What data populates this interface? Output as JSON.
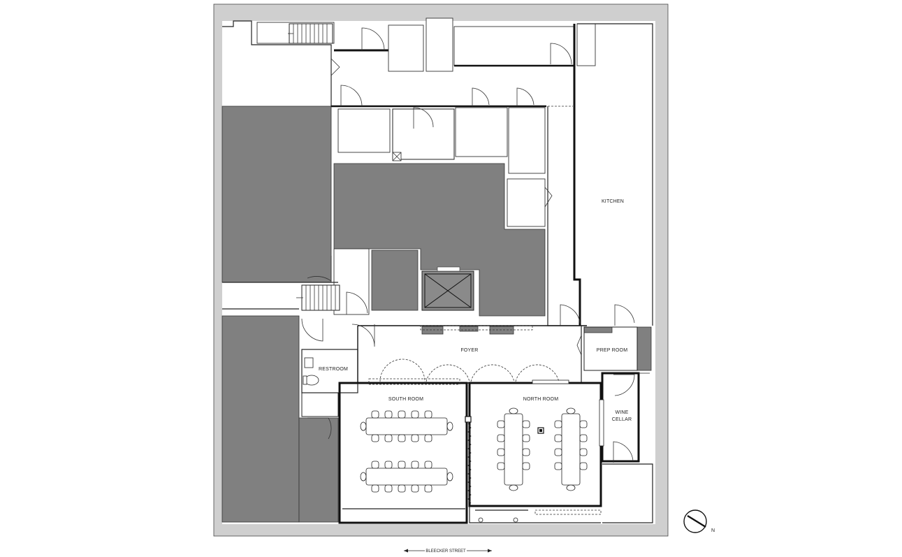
{
  "rooms": {
    "kitchen": "KITCHEN",
    "foyer": "FOYER",
    "prep_room": "PREP ROOM",
    "restroom": "RESTROOM",
    "south_room": "SOUTH ROOM",
    "north_room": "NORTH ROOM",
    "wine_cellar_line1": "WINE",
    "wine_cellar_line2": "CELLAR"
  },
  "street_label": "BLEECKER STREET",
  "compass_label": "N",
  "colors": {
    "outer_border": "#cfcfcf",
    "dark_fill": "#808080",
    "wall": "#222222",
    "background": "#ffffff"
  }
}
